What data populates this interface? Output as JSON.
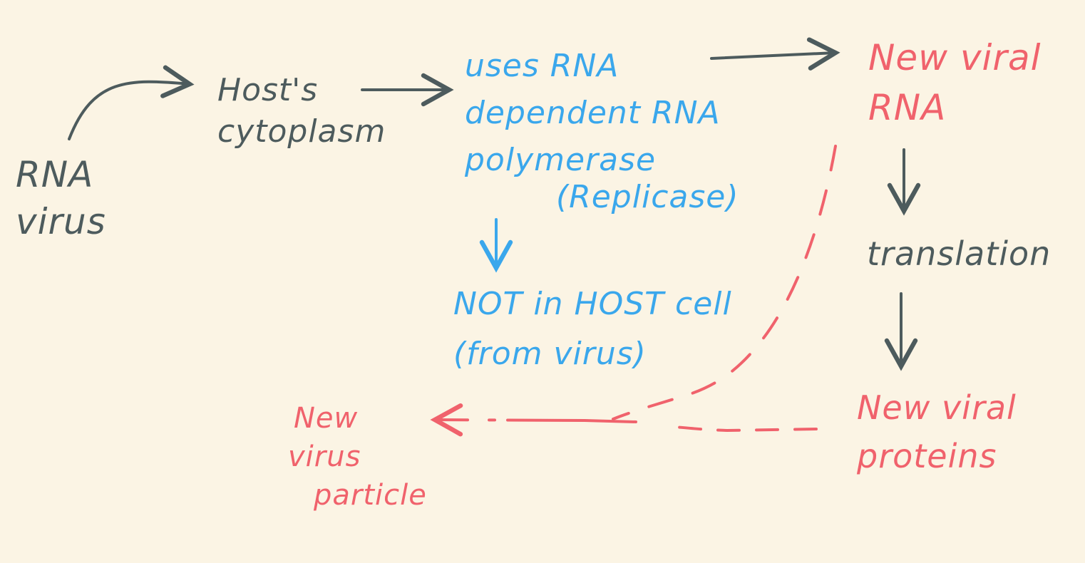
{
  "nodes": {
    "rna_virus": [
      "RNA",
      "virus"
    ],
    "host_cytoplasm": [
      "Host's",
      "cytoplasm"
    ],
    "replicase": [
      "uses RNA",
      "dependent RNA",
      "polymerase",
      "(Replicase)"
    ],
    "not_in_host": [
      "NOT in HOST cell",
      "(from virus)"
    ],
    "new_viral_rna": [
      "New viral",
      "RNA"
    ],
    "translation": [
      "translation"
    ],
    "new_viral_proteins": [
      "New viral",
      "proteins"
    ],
    "new_virus_particle": [
      "New",
      "virus",
      "particle"
    ]
  },
  "colors": {
    "background": "#fbf4e4",
    "dark_ink": "#4d5b5d",
    "blue_ink": "#3aa7ec",
    "red_ink": "#f0626c"
  }
}
